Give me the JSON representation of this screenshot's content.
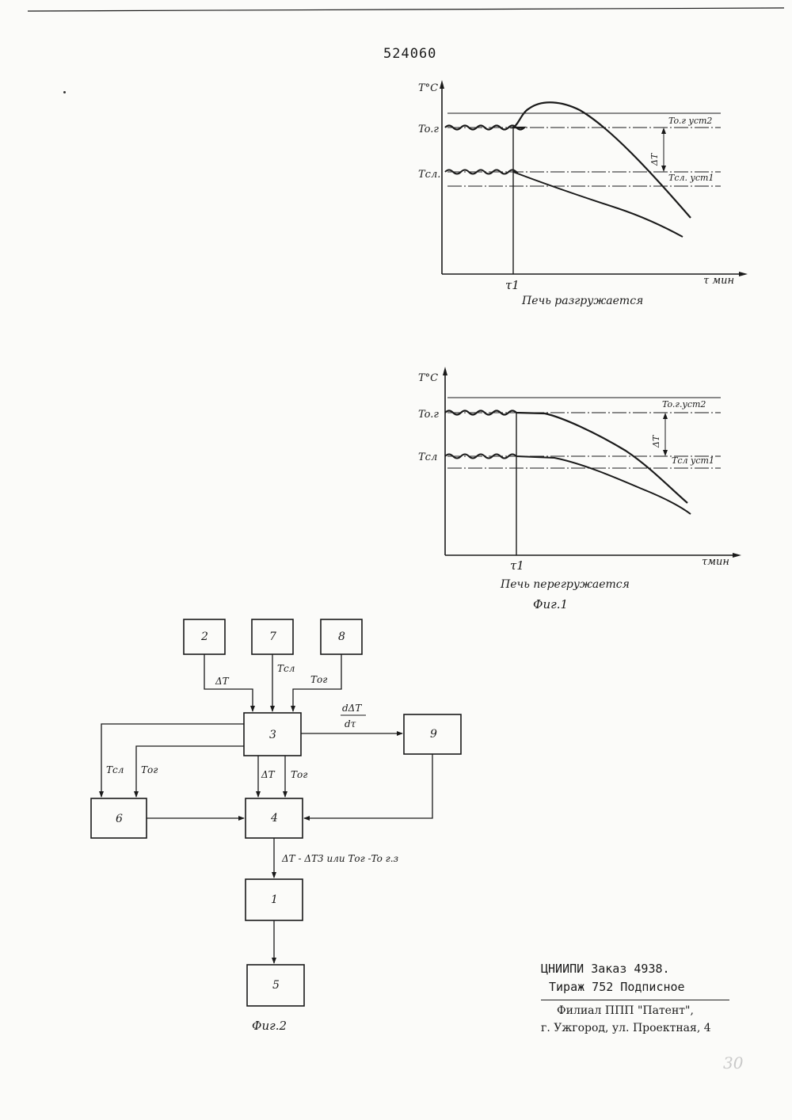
{
  "document": {
    "patent_number": "524060",
    "page_mark": "30"
  },
  "fig1_top": {
    "y_axis_label": "T°C",
    "x_axis_label": "τ мин",
    "tau1_label": "τ1",
    "level_t_og": "To.г",
    "level_t_sl": "Tсл.",
    "setpoint_upper": "To.г уст2",
    "setpoint_lower": "Tсл. уст1",
    "delta_t": "ΔT",
    "caption": "Печь разгружается"
  },
  "fig1_bottom": {
    "y_axis_label": "T°C",
    "x_axis_label": "τмин",
    "tau1_label": "τ1",
    "level_t_og": "To.г",
    "level_t_sl": "Tсл",
    "setpoint_upper": "To.г.уст2",
    "setpoint_lower": "Tсл уст1",
    "delta_t": "ΔT",
    "caption": "Печь перегружается",
    "figure_label": "Фиг.1"
  },
  "fig2": {
    "blocks": {
      "b1": "1",
      "b2": "2",
      "b3": "3",
      "b4": "4",
      "b5": "5",
      "b6": "6",
      "b7": "7",
      "b8": "8",
      "b9": "9"
    },
    "signals": {
      "delta_t": "ΔT",
      "t_sl": "Tсл",
      "t_og": "Tог",
      "derivative_num": "dΔT",
      "derivative_den": "dτ",
      "delta_t_out": "ΔT",
      "t_og_out": "Tог",
      "t_sl_left": "Tсл",
      "t_og_left": "Tог",
      "output_expr": "ΔT - ΔT3 или Tог -To г.з"
    },
    "figure_label": "Фиг.2"
  },
  "imprint": {
    "line1": "ЦНИИПИ Заказ 4938.",
    "line2": "Тираж 752 Подписное",
    "line3": "Филиал ППП \"Патент\",",
    "line4": "г. Ужгород, ул. Проектная, 4"
  }
}
